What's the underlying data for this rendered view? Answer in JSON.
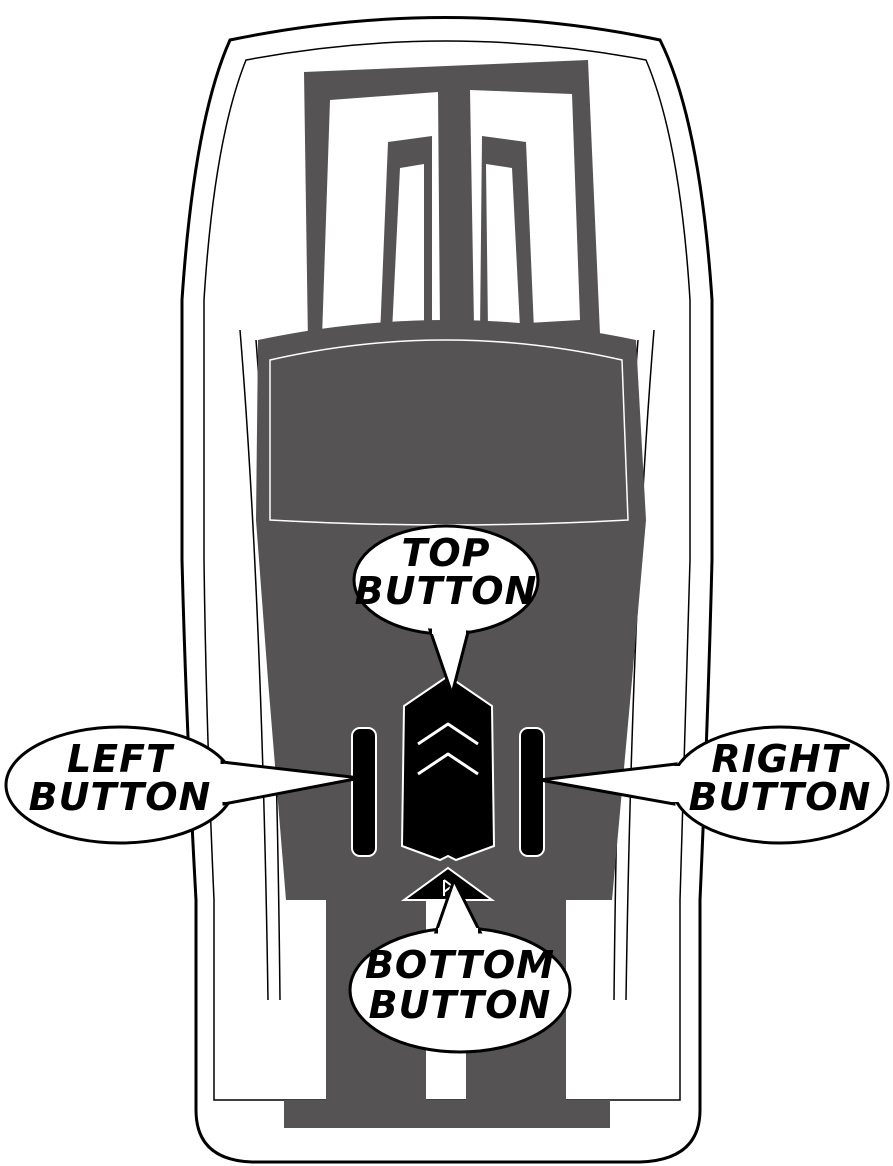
{
  "diagram": {
    "colors": {
      "body_fill": "#ffffff",
      "stripe_fill": "#555354",
      "button_fill": "#000000",
      "outline": "#000000",
      "chevron_outline": "#ffffff",
      "callout_fill": "#ffffff"
    },
    "callouts": {
      "top": {
        "line1": "TOP",
        "line2": "BUTTON"
      },
      "left": {
        "line1": "LEFT",
        "line2": "BUTTON"
      },
      "right": {
        "line1": "RIGHT",
        "line2": "BUTTON"
      },
      "bottom": {
        "line1": "BOTTOM",
        "line2": "BUTTON"
      }
    },
    "icons": {
      "top_button": "double-chevron-up-icon",
      "bottom_button": "bluetooth-icon"
    }
  }
}
